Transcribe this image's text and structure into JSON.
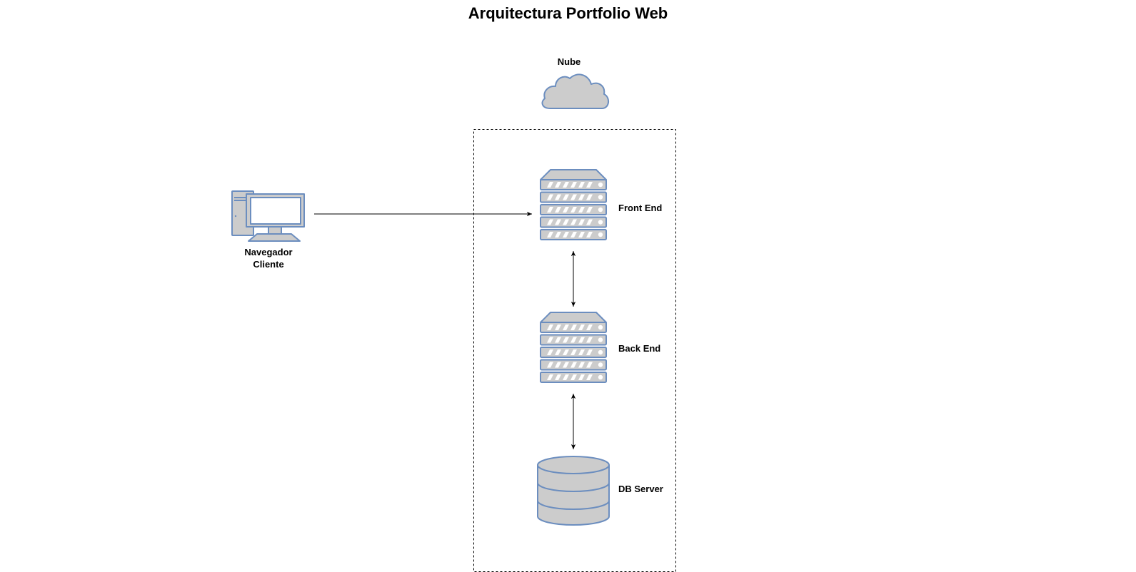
{
  "title": "Arquitectura Portfolio Web",
  "nodes": {
    "cloud": {
      "label": "Nube",
      "icon": "cloud-icon"
    },
    "client": {
      "label_line1": "Navegador",
      "label_line2": "Cliente",
      "icon": "desktop-computer-icon"
    },
    "frontend": {
      "label": "Front End",
      "icon": "server-icon"
    },
    "backend": {
      "label": "Back End",
      "icon": "server-icon"
    },
    "database": {
      "label": "DB Server",
      "icon": "database-icon"
    }
  },
  "edges": [
    {
      "from": "client",
      "to": "frontend",
      "direction": "one-way"
    },
    {
      "from": "frontend",
      "to": "backend",
      "direction": "two-way"
    },
    {
      "from": "backend",
      "to": "database",
      "direction": "two-way"
    }
  ],
  "colors": {
    "icon_fill": "#cccccc",
    "icon_stroke": "#6c8ebf",
    "line": "#000000",
    "boundary": "#000000"
  }
}
